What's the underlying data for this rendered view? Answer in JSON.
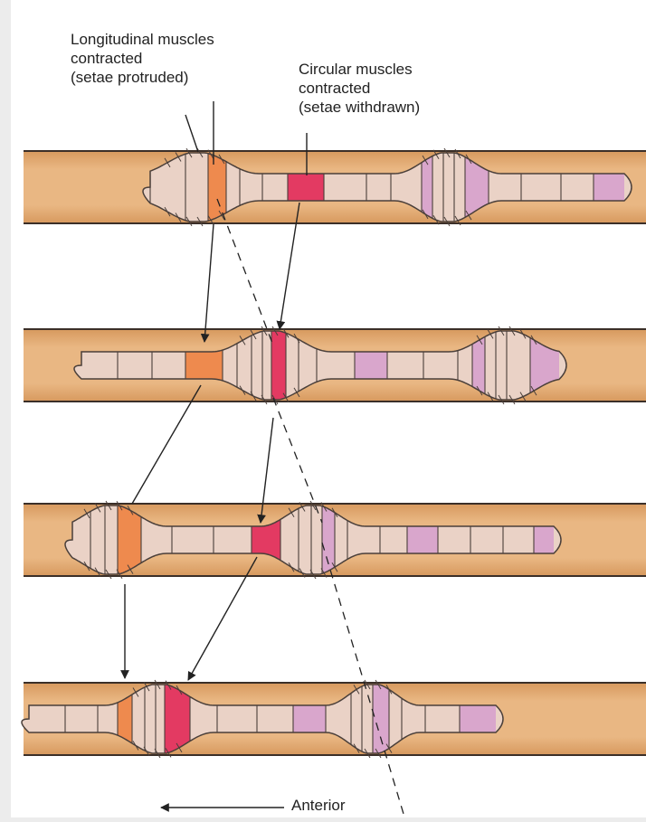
{
  "labels": {
    "longitudinal": [
      "Longitudinal muscles",
      "contracted",
      "(setae protruded)"
    ],
    "circular": [
      "Circular muscles",
      "contracted",
      "(setae withdrawn)"
    ],
    "anterior": "Anterior"
  },
  "colors": {
    "background": "#ececec",
    "panel": "#ffffff",
    "burrow": "#e6b07a",
    "burrow_edge": "#d59a5f",
    "worm_body": "#ead2c6",
    "worm_outline": "#4a3f3a",
    "longitudinal_segment": "#ee8a4e",
    "circular_segment": "#e33a62",
    "light_segment": "#d9a6cc",
    "line": "#222222"
  },
  "stages": [
    {
      "name": "stage-1"
    },
    {
      "name": "stage-2"
    },
    {
      "name": "stage-3"
    },
    {
      "name": "stage-4"
    }
  ]
}
